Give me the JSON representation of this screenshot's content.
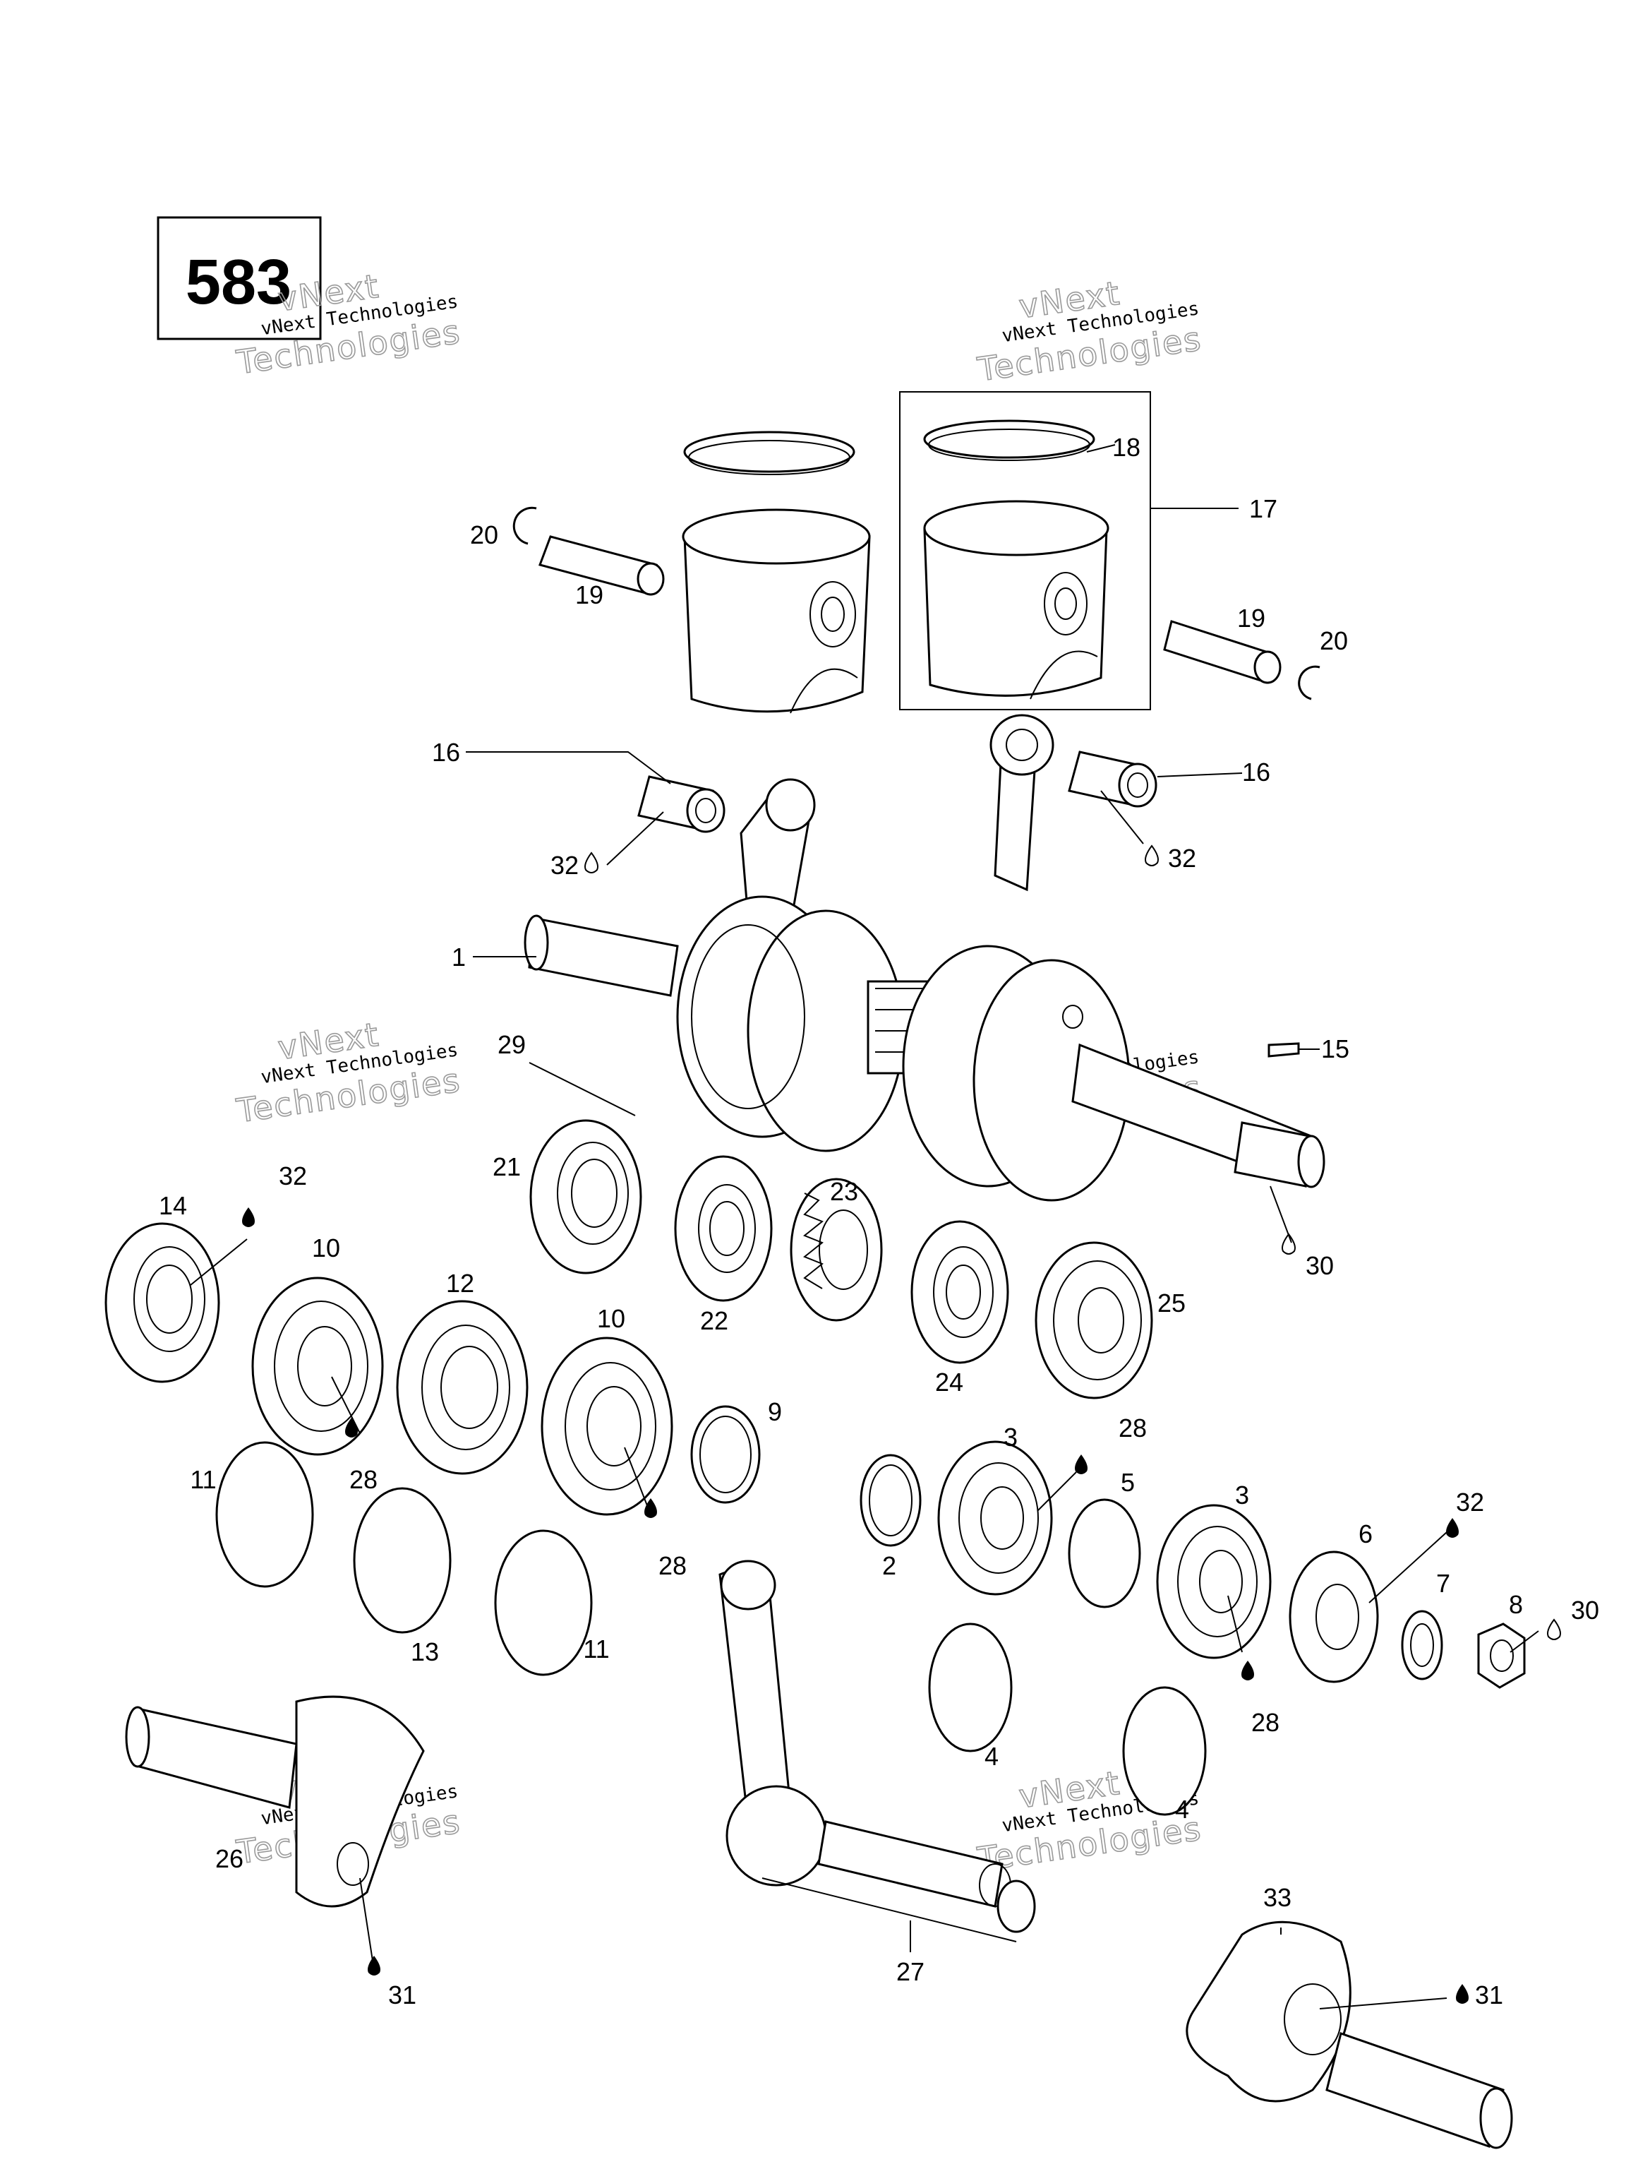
{
  "page": {
    "model_number": "583",
    "watermark_line1": "vNext Technologies",
    "watermark_line2_a": "vNext",
    "watermark_line2_b": "Technologies"
  },
  "callouts": [
    "1",
    "2",
    "3",
    "4",
    "5",
    "6",
    "7",
    "8",
    "9",
    "10",
    "11",
    "12",
    "13",
    "14",
    "15",
    "16",
    "17",
    "18",
    "19",
    "20",
    "21",
    "22",
    "23",
    "24",
    "25",
    "26",
    "27",
    "28",
    "29",
    "30",
    "31",
    "32",
    "33"
  ]
}
